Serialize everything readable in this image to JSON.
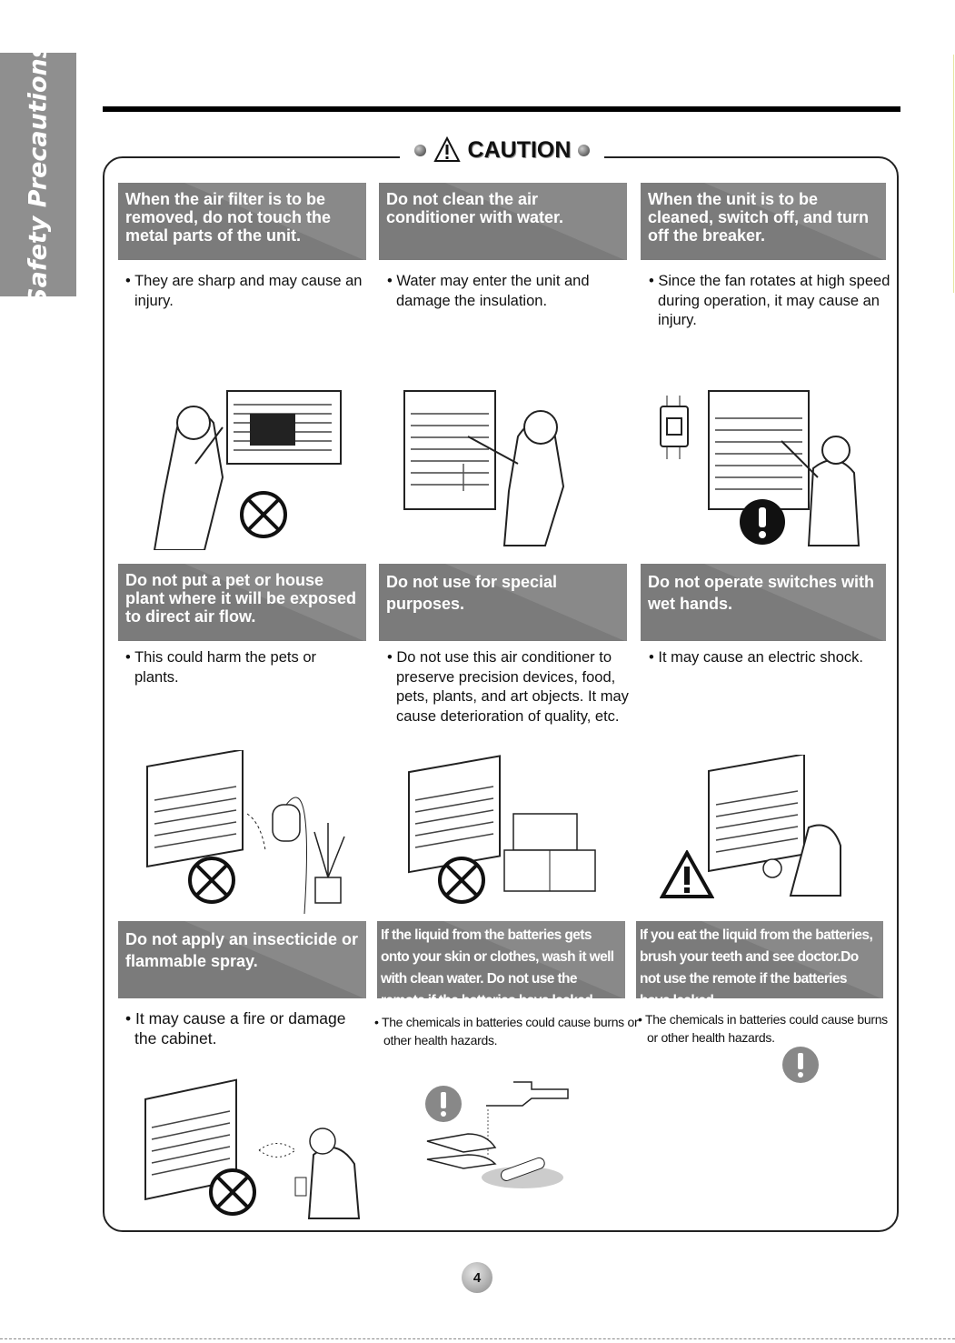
{
  "side_tab": "Safety Precautions",
  "caution_title": "CAUTION",
  "cells": [
    {
      "heading": "When the air filter is to be removed, do not touch the metal parts of the unit.",
      "text": "• They are sharp and may cause an injury.",
      "sign": "prohibited"
    },
    {
      "heading": "Do not clean the air conditioner with water.",
      "text": "• Water may enter the unit and damage the insulation.",
      "sign": "none"
    },
    {
      "heading": "When the unit is to be cleaned, switch off, and turn off the breaker.",
      "text": "• Since the fan rotates at high speed during operation, it may cause an injury.",
      "sign": "mandatory"
    },
    {
      "heading": "Do not put a pet or house plant where it will be exposed to direct air flow.",
      "text": "• This could harm the pets or plants.",
      "sign": "prohibited"
    },
    {
      "heading": "Do not use for special purposes.",
      "text": "• Do not use this air conditioner to preserve precision devices, food, pets, plants, and art objects. It may cause deterioration of quality, etc.",
      "sign": "prohibited"
    },
    {
      "heading": "Do not operate switches with wet hands.",
      "text": "• It may cause an electric shock.",
      "sign": "warning"
    },
    {
      "heading": "Do not apply an insecticide or flammable spray.",
      "text": "• It may cause a fire or damage the cabinet.",
      "sign": "prohibited"
    },
    {
      "heading": "If the liquid from the batteries gets onto your skin or clothes, wash it well with clean water. Do not use the remote if the batteries have leaked.",
      "text": "• The chemicals in batteries could cause burns or other health hazards.",
      "sign": "mandatory"
    },
    {
      "heading": "If you eat the liquid from the batteries, brush your teeth and see doctor.Do not use the remote if the batteries have leaked.",
      "text": "• The chemicals in batteries could cause burns or other health hazards.",
      "sign": "mandatory"
    }
  ],
  "page_number": "4"
}
